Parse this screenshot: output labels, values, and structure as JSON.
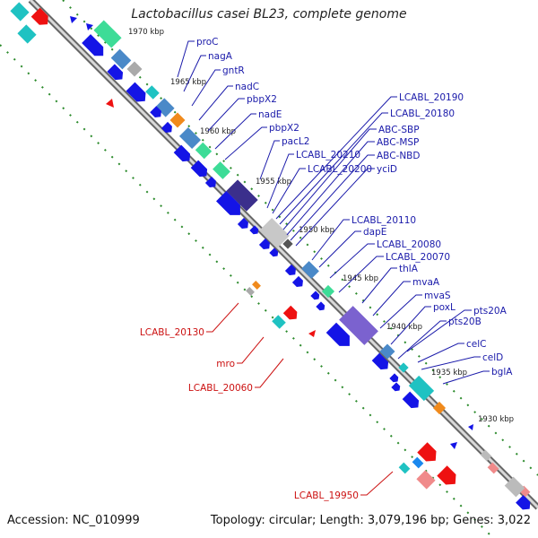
{
  "title": "Lactobacillus casei BL23, complete genome",
  "footer": {
    "accession": "Accession: NC_010999",
    "stats": "Topology: circular; Length: 3,079,196 bp; Genes: 3,022"
  },
  "colors": {
    "forward_gene": "#1414e6",
    "reverse_gene": "#ee1111",
    "label_blue": "#1a1aaa",
    "label_red": "#cc1111",
    "tick_green": "#2a8a2a",
    "backbone": "#888888"
  },
  "kbp_ticks": [
    "1970 kbp",
    "1965 kbp",
    "1960 kbp",
    "1955 kbp",
    "1950 kbp",
    "1945 kbp",
    "1940 kbp",
    "1935 kbp",
    "1930 kbp"
  ],
  "labels_forward": [
    "proC",
    "nagA",
    "gntR",
    "nadC",
    "pbpX2",
    "nadE",
    "pbpX2",
    "pacL2",
    "LCABL_20210",
    "LCABL_20200",
    "LCABL_20190",
    "LCABL_20180",
    "ABC-SBP",
    "ABC-MSP",
    "ABC-NBD",
    "yciD",
    "LCABL_20110",
    "dapE",
    "LCABL_20080",
    "LCABL_20070",
    "thlA",
    "mvaA",
    "mvaS",
    "poxL",
    "pts20A",
    "pts20B",
    "celC",
    "celD",
    "bglA"
  ],
  "labels_reverse": [
    "LCABL_20130",
    "mro",
    "LCABL_20060",
    "LCABL_19950"
  ]
}
